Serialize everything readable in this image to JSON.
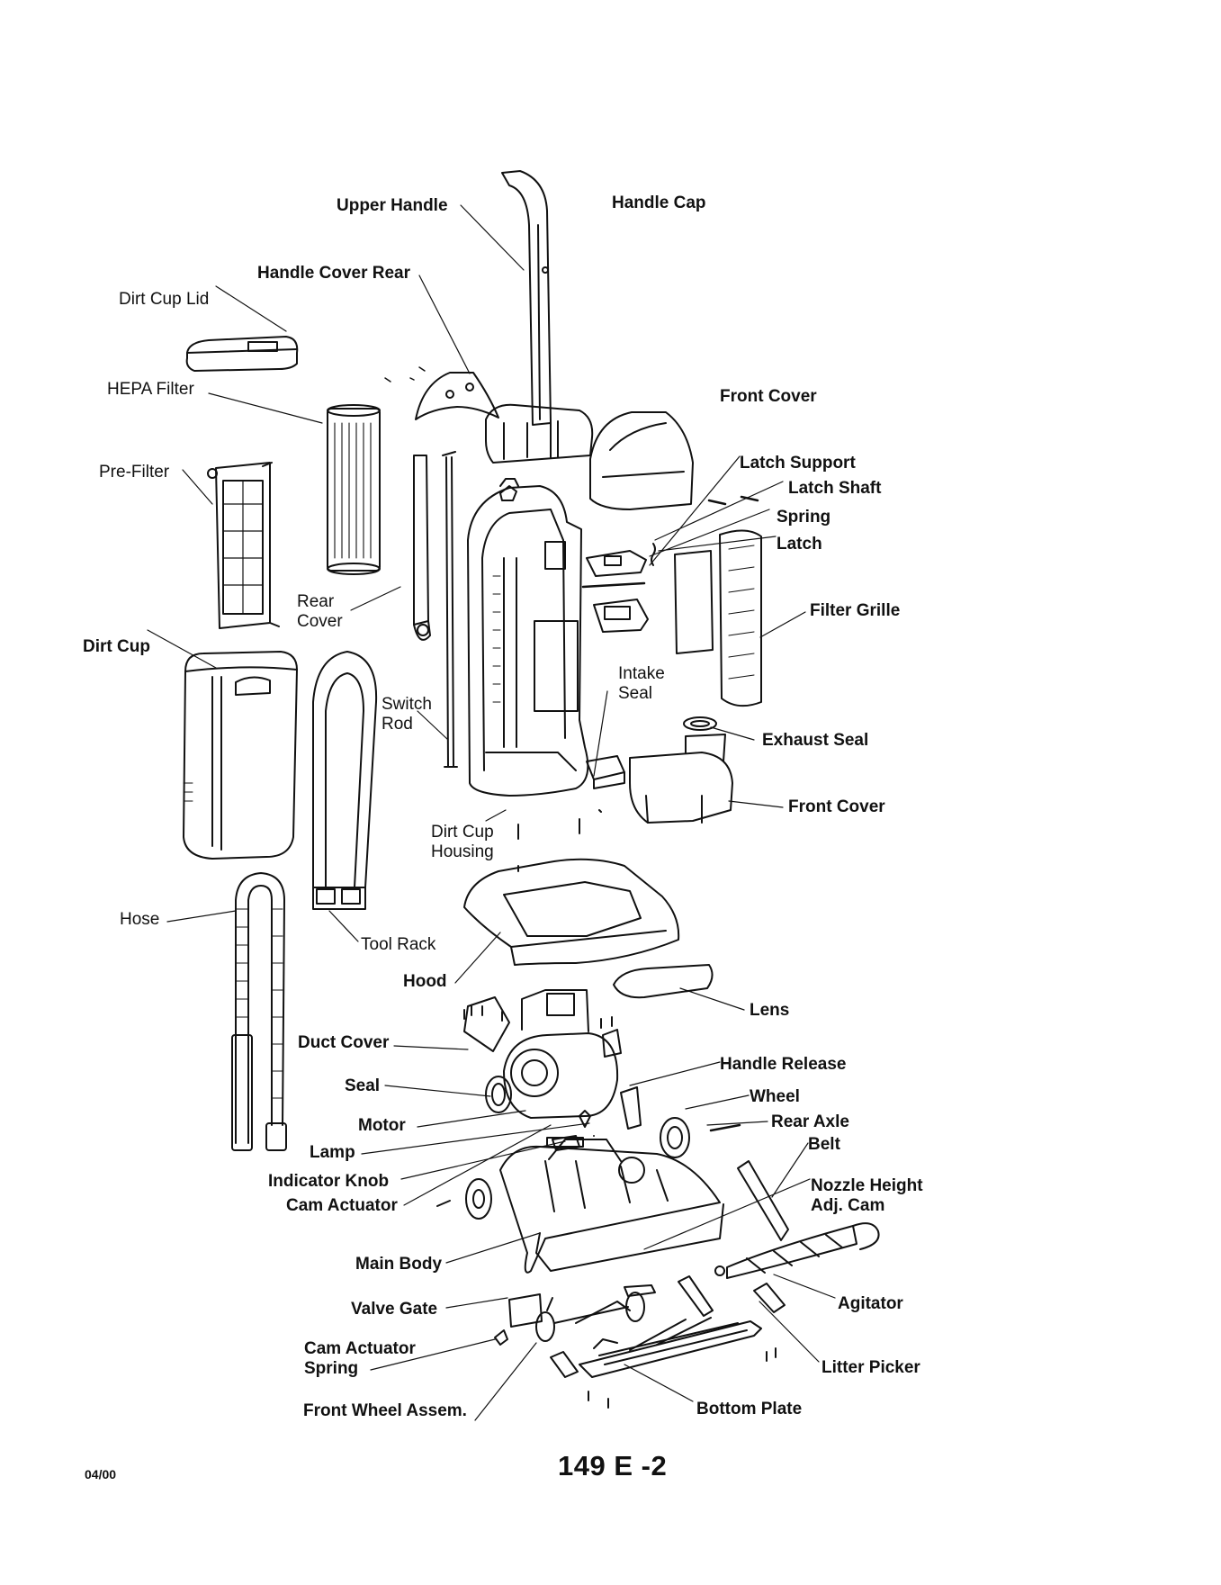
{
  "footer": {
    "date": "04/00",
    "page_number": "149 E -2"
  },
  "labels": {
    "upper_handle": "Upper Handle",
    "handle_cap": "Handle Cap",
    "handle_cover_rear": "Handle Cover Rear",
    "dirt_cup_lid": "Dirt Cup Lid",
    "hepa_filter": "HEPA Filter",
    "front_cover_top": "Front Cover",
    "latch_support": "Latch Support",
    "latch_shaft": "Latch Shaft",
    "spring": "Spring",
    "latch": "Latch",
    "pre_filter": "Pre-Filter",
    "filter_grille": "Filter Grille",
    "rear_cover": "Rear\nCover",
    "dirt_cup": "Dirt Cup",
    "intake_seal": "Intake\nSeal",
    "switch_rod": "Switch\nRod",
    "exhaust_seal": "Exhaust Seal",
    "front_cover_lower": "Front Cover",
    "dirt_cup_housing": "Dirt Cup\nHousing",
    "hose": "Hose",
    "tool_rack": "Tool Rack",
    "hood": "Hood",
    "lens": "Lens",
    "duct_cover": "Duct Cover",
    "handle_release": "Handle Release",
    "seal": "Seal",
    "wheel": "Wheel",
    "motor": "Motor",
    "rear_axle": "Rear Axle",
    "lamp": "Lamp",
    "belt": "Belt",
    "indicator_knob": "Indicator Knob",
    "nozzle_height_adj_cam": "Nozzle Height\nAdj. Cam",
    "cam_actuator": "Cam Actuator",
    "main_body": "Main Body",
    "agitator": "Agitator",
    "valve_gate": "Valve Gate",
    "cam_actuator_spring": "Cam Actuator\nSpring",
    "litter_picker": "Litter Picker",
    "front_wheel_assem": "Front Wheel Assem.",
    "bottom_plate": "Bottom Plate"
  }
}
